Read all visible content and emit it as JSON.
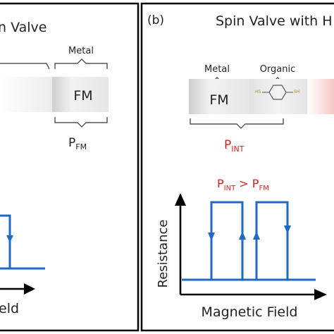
{
  "panel_a": {
    "title_fragment": "n Valve",
    "metal_label": "Metal",
    "fm_label": "FM",
    "p_label": "P",
    "p_sub": "FM",
    "axis_fragment": "eld"
  },
  "panel_b": {
    "tag": "(b)",
    "title": "Spin Valve with H",
    "metal_label": "Metal",
    "organic_label": "Organic",
    "fm_label": "FM",
    "hs_left": "HS",
    "hs_right": "SH",
    "pint_label": "P",
    "pint_sub": "INT",
    "cmp_p1": "P",
    "cmp_sub1": "INT",
    "cmp_op": " > ",
    "cmp_p2": "P",
    "cmp_sub2": "FM",
    "y_axis": "Resistance",
    "x_axis": "Magnetic Field"
  },
  "colors": {
    "frame": "#000000",
    "curve": "#1e6bbf",
    "accent": "#d92020",
    "text": "#222222"
  }
}
